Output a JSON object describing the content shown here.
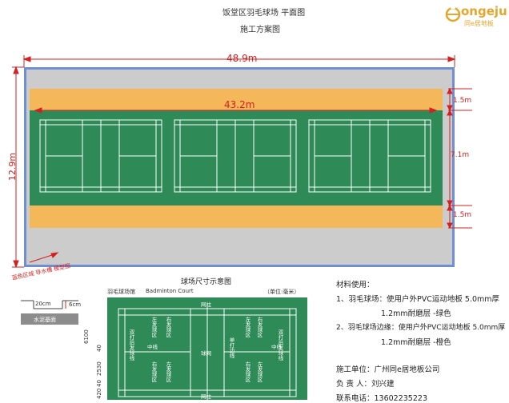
{
  "header": {
    "title": "饭堂区羽毛球场 平面图",
    "subtitle": "施工方案图"
  },
  "logo": {
    "word": "ongeju",
    "cn": "同e居地板",
    "color": "#e6a52b"
  },
  "plan": {
    "dim_total_width": "48.9m",
    "dim_inner_width": "43.2m",
    "dim_total_height": "12.9m",
    "dim_right_top": "1.5m",
    "dim_right_middle": "7.1m",
    "dim_right_bottom": "1.5m",
    "colors": {
      "outer_border": "#6f8fcf",
      "grey_ground": "#cccccc",
      "orange_edge": "#f4b85b",
      "green_court": "#2e8a56",
      "dimension": "#d32020"
    }
  },
  "section_note": {
    "labels": "蓝色区域 导水槽 模型图",
    "width": "20cm",
    "depth": "6cm",
    "base": "水泥基面"
  },
  "court_diagram": {
    "heading": "球场尺寸示意图",
    "name_cn": "羽毛球场馆",
    "name_en": "Badminton Court",
    "unit": "（单位:毫米）",
    "post_top": "网柱",
    "post_bottom": "网柱",
    "net": "球网",
    "center_line": "中线",
    "left_service_area": "左发球区",
    "right_service_area": "右发球区",
    "doubles_service_line": "双打后发球线",
    "doubles_sideline": "双打边线",
    "singles_sideline": "单打边线",
    "dims_left": [
      "6100",
      "40",
      "2530",
      "40",
      "420"
    ]
  },
  "materials": {
    "heading": "材料使用：",
    "item1_line1": "1、羽毛球场：使用户外PVC运动地板 5.0mm厚",
    "item1_line2": "1.2mm耐磨层  -绿色",
    "item2_line1": "2、羽毛球场边缘：使用户外PVC运动地板 5.0mm厚",
    "item2_line2": "1.2mm耐磨层  -橙色",
    "company": "施工单位：广州同e居地板公司",
    "person": "负 责 人：刘兴建",
    "phone": "联系电话：13602235223"
  }
}
